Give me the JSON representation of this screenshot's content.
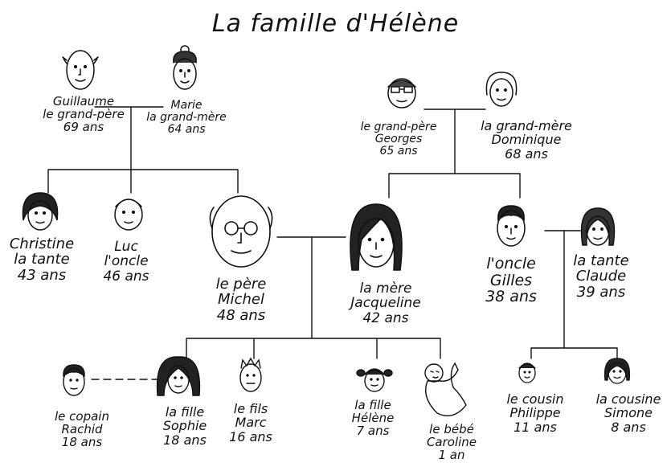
{
  "title": "La famille d'Hélène",
  "colors": {
    "ink": "#111111"
  },
  "people": {
    "guillaume": {
      "lines": [
        "Guillaume",
        "le grand-père",
        "69 ans"
      ],
      "icon": "bald-grandfather-face-icon"
    },
    "marie": {
      "lines": [
        "Marie",
        "la grand-mère",
        "64 ans"
      ],
      "icon": "grandmother-bun-face-icon"
    },
    "georges": {
      "lines": [
        "le grand-père",
        "Georges",
        "65 ans"
      ],
      "icon": "grandfather-glasses-face-icon"
    },
    "dominique": {
      "lines": [
        "la grand-mère",
        "Dominique",
        "68 ans"
      ],
      "icon": "grandmother-face-icon"
    },
    "christine": {
      "lines": [
        "Christine",
        "la tante",
        "43 ans"
      ],
      "icon": "woman-face-icon"
    },
    "luc": {
      "lines": [
        "Luc",
        "l'oncle",
        "46 ans"
      ],
      "icon": "man-face-icon"
    },
    "michel": {
      "lines": [
        "le père",
        "Michel",
        "48 ans"
      ],
      "icon": "father-glasses-face-icon"
    },
    "jacqueline": {
      "lines": [
        "la mère",
        "Jacqueline",
        "42 ans"
      ],
      "icon": "mother-long-hair-face-icon"
    },
    "gilles": {
      "lines": [
        "l'oncle",
        "Gilles",
        "38 ans"
      ],
      "icon": "man-face-icon"
    },
    "claude": {
      "lines": [
        "la tante",
        "Claude",
        "39 ans"
      ],
      "icon": "woman-face-icon"
    },
    "rachid": {
      "lines": [
        "le copain",
        "Rachid",
        "18 ans"
      ],
      "icon": "boy-face-icon"
    },
    "sophie": {
      "lines": [
        "la fille",
        "Sophie",
        "18 ans"
      ],
      "icon": "girl-curly-hair-face-icon"
    },
    "marc": {
      "lines": [
        "le fils",
        "Marc",
        "16 ans"
      ],
      "icon": "boy-spiky-hair-face-icon"
    },
    "helene": {
      "lines": [
        "la fille",
        "Hélène",
        "7 ans"
      ],
      "icon": "girl-pigtails-face-icon"
    },
    "caroline": {
      "lines": [
        "le bébé",
        "Caroline",
        "1 an"
      ],
      "icon": "baby-swaddled-icon"
    },
    "philippe": {
      "lines": [
        "le cousin",
        "Philippe",
        "11 ans"
      ],
      "icon": "boy-face-icon"
    },
    "simone": {
      "lines": [
        "la cousine",
        "Simone",
        "8 ans"
      ],
      "icon": "girl-face-icon"
    }
  }
}
